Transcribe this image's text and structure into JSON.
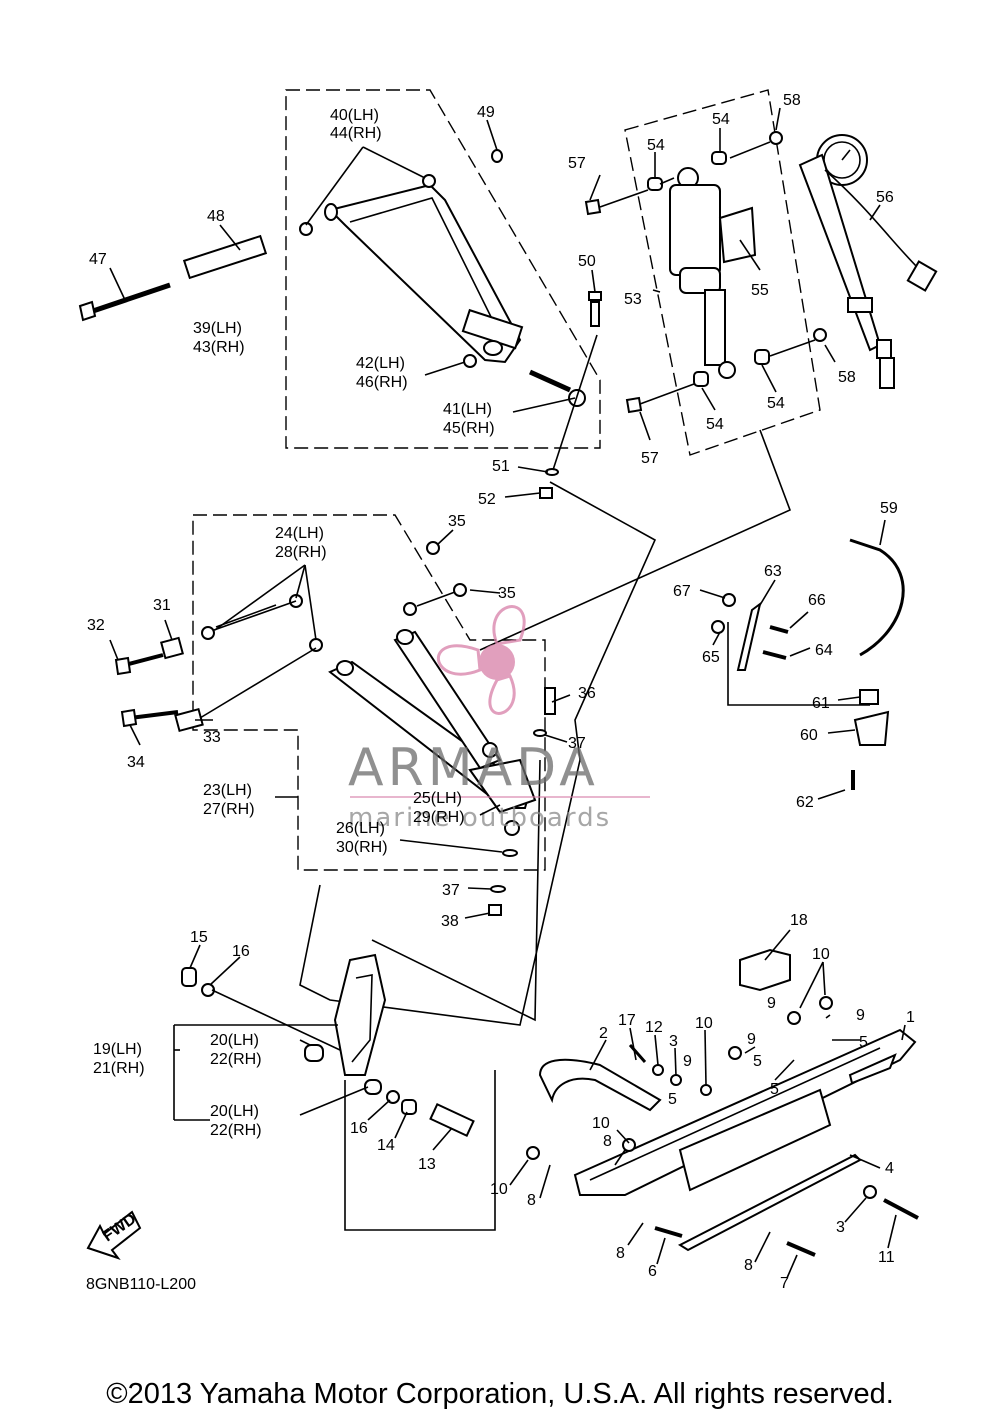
{
  "diagram_code": "8GNB110-L200",
  "copyright": "©2013 Yamaha Motor Corporation, U.S.A. All rights reserved.",
  "fwd_label": "FWD",
  "watermark": {
    "brand": "ARMADA",
    "tagline": "marine outboards"
  },
  "callouts": {
    "c1": "1",
    "c2": "2",
    "c3a": "3",
    "c3b": "3",
    "c4": "4",
    "c5a": "5",
    "c5b": "5",
    "c5c": "5",
    "c5d": "5",
    "c6": "6",
    "c7": "7",
    "c8a": "8",
    "c8b": "8",
    "c8c": "8",
    "c8d": "8",
    "c9a": "9",
    "c9b": "9",
    "c9c": "9",
    "c9d": "9",
    "c10a": "10",
    "c10b": "10",
    "c10c": "10",
    "c10d": "10",
    "c11": "11",
    "c12": "12",
    "c13": "13",
    "c14": "14",
    "c15": "15",
    "c16a": "16",
    "c16b": "16",
    "c17": "17",
    "c18": "18",
    "c19": "19(LH)",
    "c21": "21(RH)",
    "c20a": "20(LH)",
    "c22a": "22(RH)",
    "c20b": "20(LH)",
    "c22b": "22(RH)",
    "c23": "23(LH)",
    "c27": "27(RH)",
    "c24": "24(LH)",
    "c28": "28(RH)",
    "c25": "25(LH)",
    "c29": "29(RH)",
    "c26": "26(LH)",
    "c30": "30(RH)",
    "c31": "31",
    "c32": "32",
    "c33": "33",
    "c34": "34",
    "c35a": "35",
    "c35b": "35",
    "c36": "36",
    "c37a": "37",
    "c37b": "37",
    "c38": "38",
    "c39": "39(LH)",
    "c43": "43(RH)",
    "c40": "40(LH)",
    "c44": "44(RH)",
    "c41": "41(LH)",
    "c45": "45(RH)",
    "c42": "42(LH)",
    "c46": "46(RH)",
    "c47": "47",
    "c48": "48",
    "c49": "49",
    "c50": "50",
    "c51": "51",
    "c52": "52",
    "c53": "53",
    "c54a": "54",
    "c54b": "54",
    "c54c": "54",
    "c54d": "54",
    "c55": "55",
    "c56": "56",
    "c57a": "57",
    "c57b": "57",
    "c58a": "58",
    "c58b": "58",
    "c59": "59",
    "c60": "60",
    "c61": "61",
    "c62": "62",
    "c63": "63",
    "c64": "64",
    "c65": "65",
    "c66": "66",
    "c67": "67"
  }
}
